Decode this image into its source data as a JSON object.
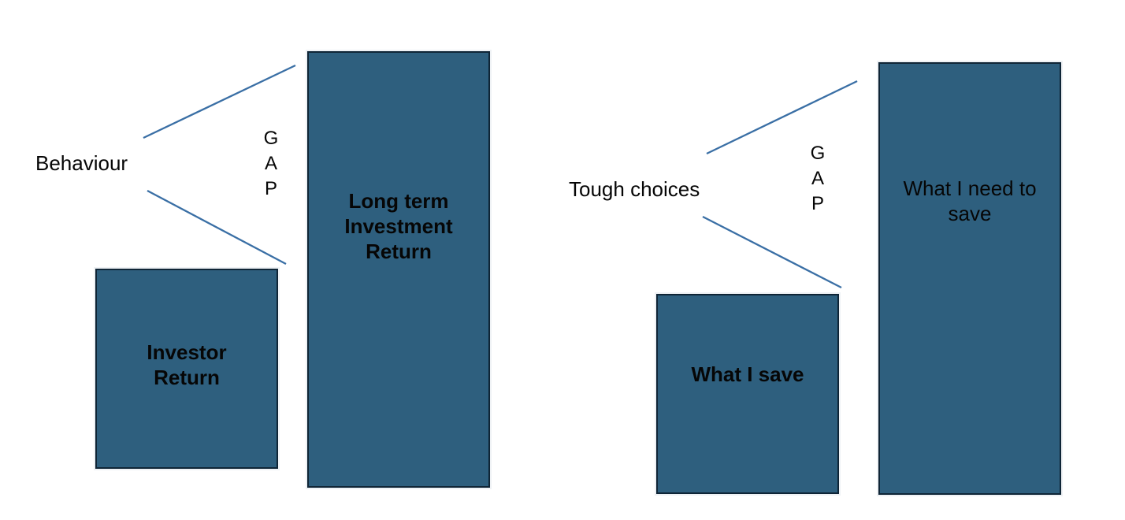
{
  "colors": {
    "background": "#FFFFFF",
    "box_fill": "#2E5F7E",
    "box_border": "#0F2536",
    "line": "#3A6FA5",
    "text": "#060606"
  },
  "left_diagram": {
    "label": "Behaviour",
    "gap_letters": [
      "G",
      "A",
      "P"
    ],
    "tall_box_label": "Long term\nInvestment\nReturn",
    "short_box_label": "Investor\nReturn"
  },
  "right_diagram": {
    "label": "Tough choices",
    "gap_letters": [
      "G",
      "A",
      "P"
    ],
    "tall_box_label": "What I need to\nsave",
    "short_box_label": "What I save"
  }
}
